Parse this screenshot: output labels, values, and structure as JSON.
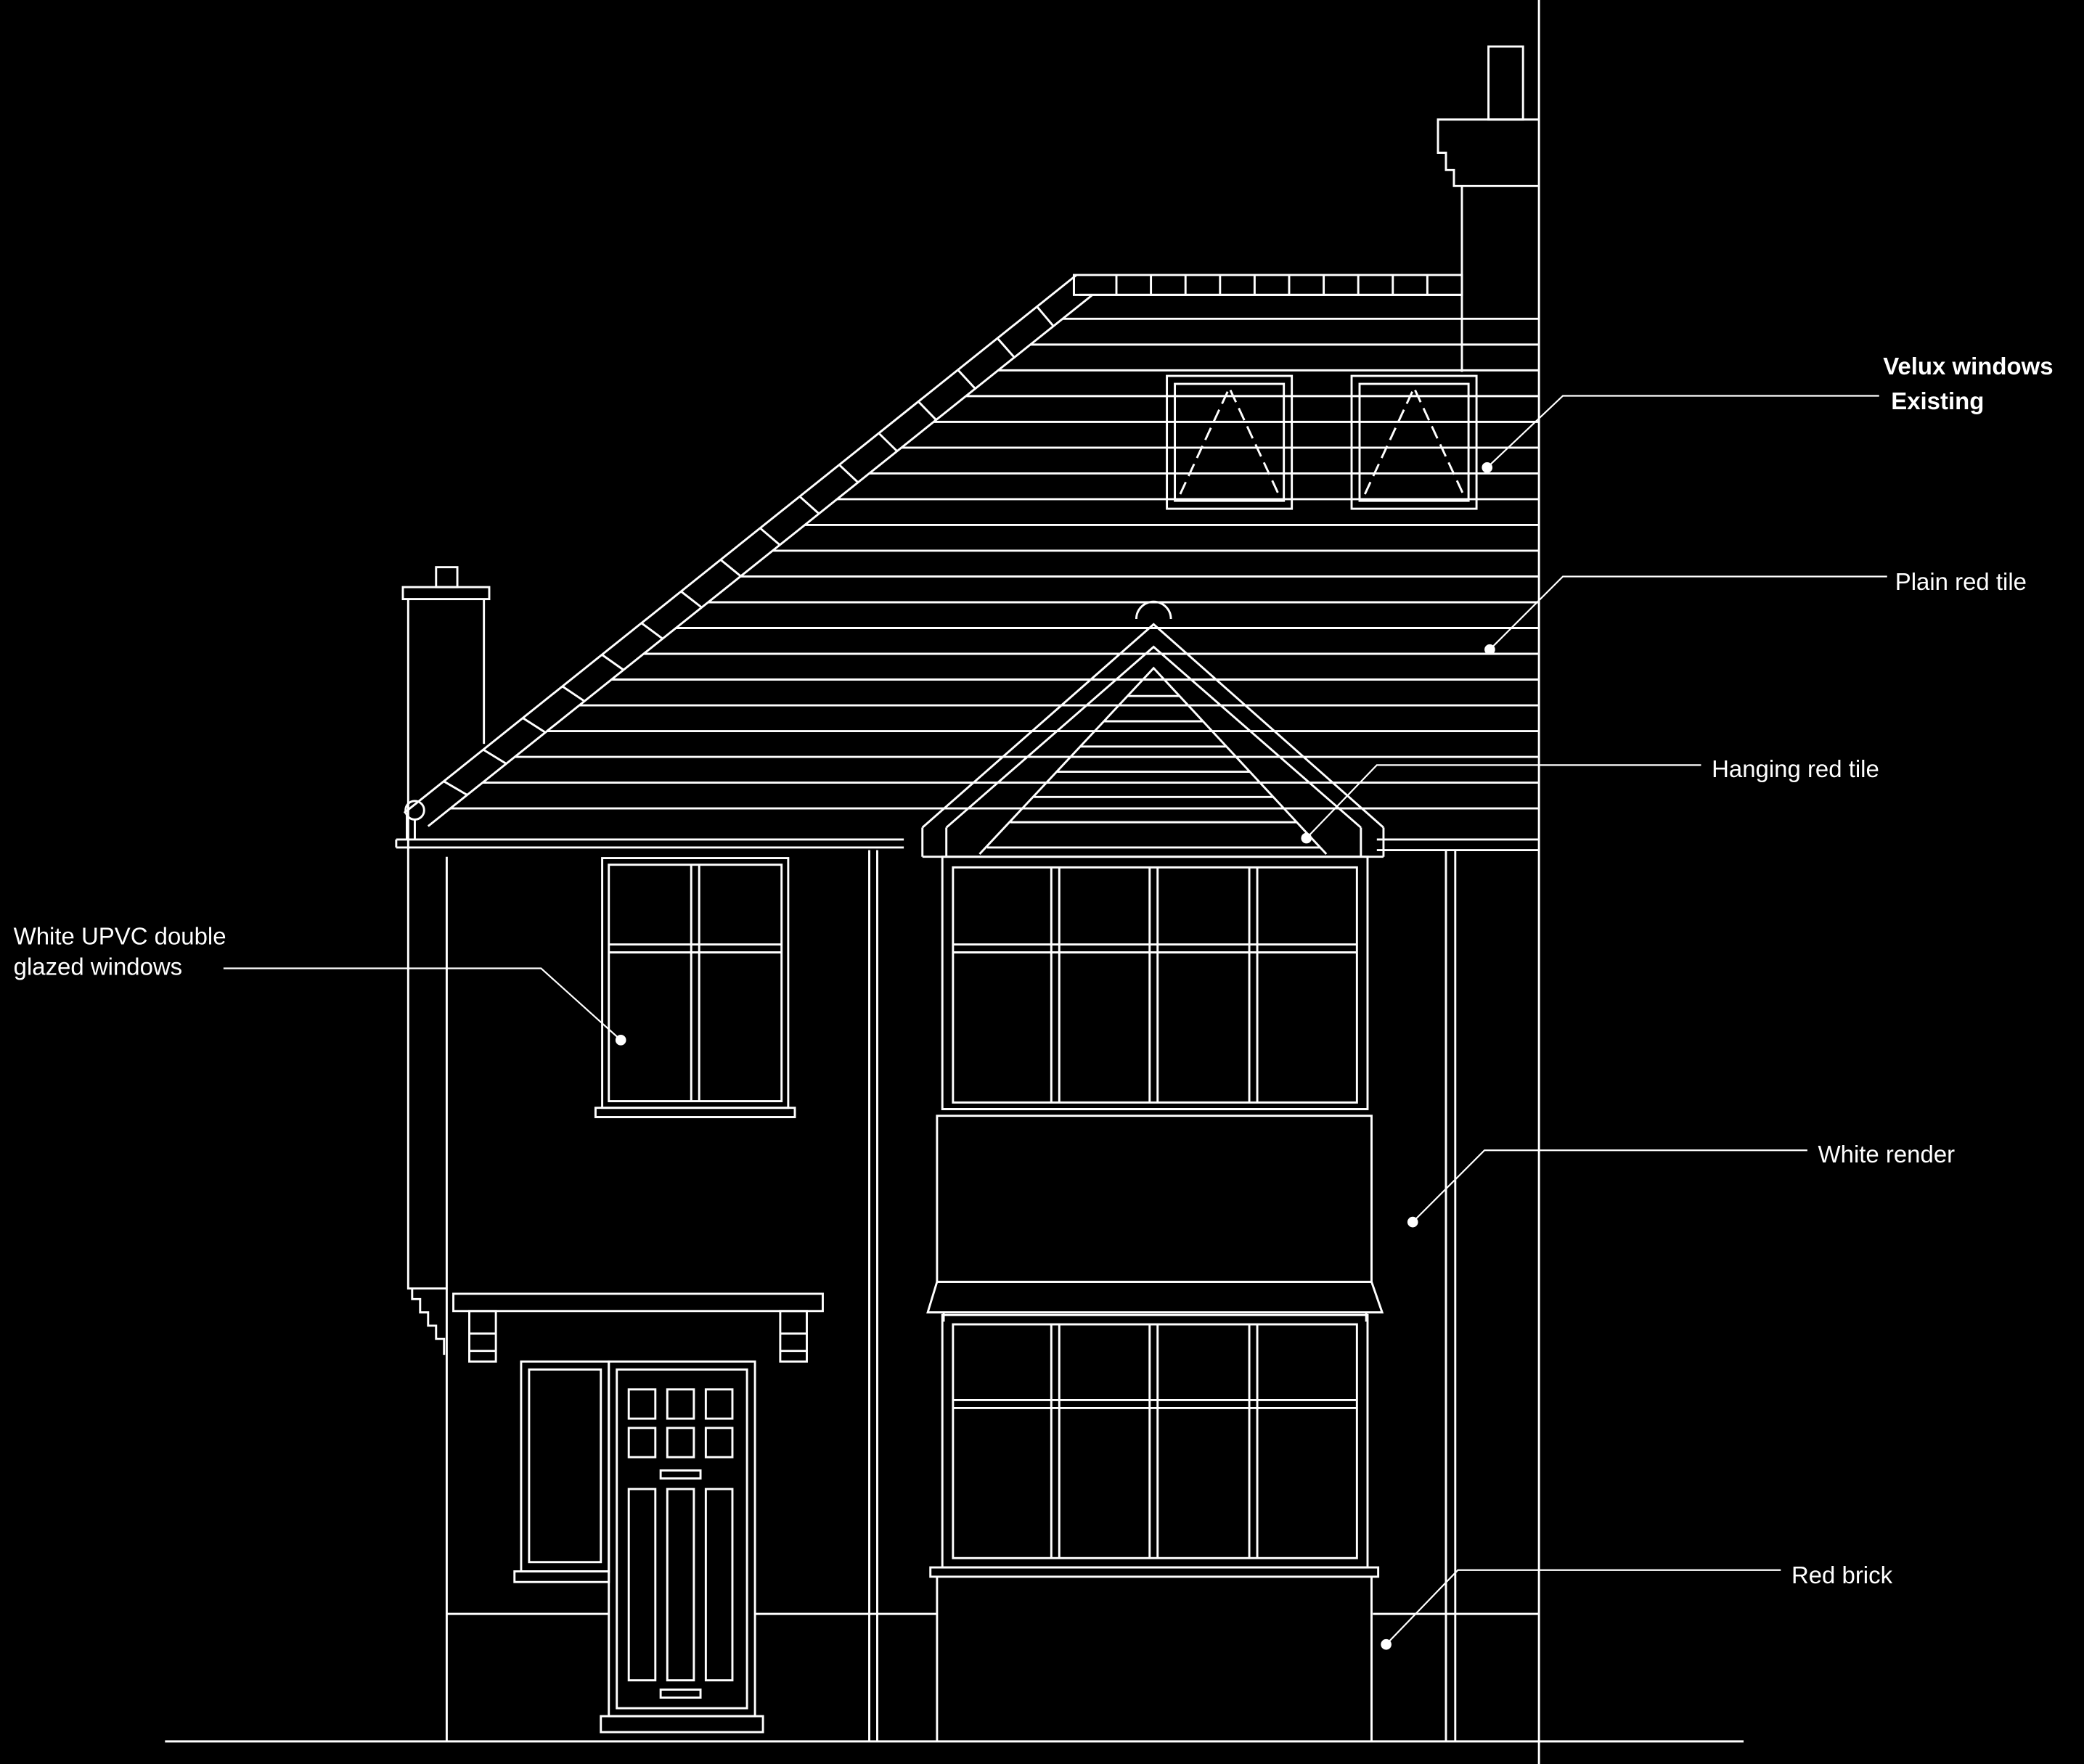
{
  "colors": {
    "background": "#000000",
    "line": "#ffffff"
  },
  "annotations": {
    "velux_line1": "Velux windows",
    "velux_line2": "Existing",
    "plain_red_tile": "Plain red tile",
    "hanging_red_tile": "Hanging red tile",
    "upvc_line1": "White UPVC double",
    "upvc_line2": "glazed windows",
    "white_render": "White render",
    "red_brick": "Red brick"
  }
}
